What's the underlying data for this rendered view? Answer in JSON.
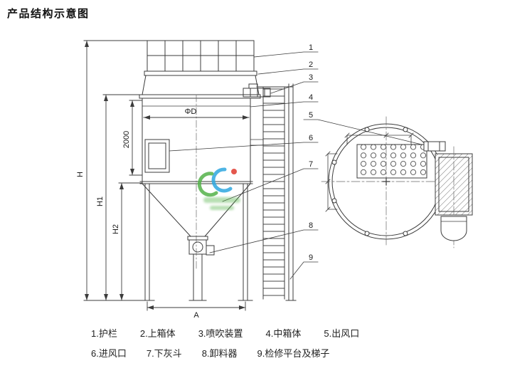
{
  "page": {
    "title": "产品结构示意图"
  },
  "diagram": {
    "dimension_labels": {
      "H": "H",
      "H1": "H1",
      "H2": "H2",
      "bag_zone_height": "2000",
      "diameter": "ΦD",
      "base_width": "A"
    },
    "callouts": [
      {
        "num": "1",
        "label": "护栏"
      },
      {
        "num": "2",
        "label": "上箱体"
      },
      {
        "num": "3",
        "label": "喷吹装置"
      },
      {
        "num": "4",
        "label": "中箱体"
      },
      {
        "num": "5",
        "label": "出风口"
      },
      {
        "num": "6",
        "label": "进风口"
      },
      {
        "num": "7",
        "label": "下灰斗"
      },
      {
        "num": "8",
        "label": "卸料器"
      },
      {
        "num": "9",
        "label": "检修平台及梯子"
      }
    ],
    "watermark_colors": {
      "blue": "#2ea7e0",
      "green": "#54b24a",
      "red": "#e03a2f"
    }
  },
  "legend": {
    "items": [
      "1.护栏",
      "2.上箱体",
      "3.喷吹装置",
      "4.中箱体",
      "5.出风口",
      "6.进风口",
      "7.下灰斗",
      "8.卸料器",
      "9.检修平台及梯子"
    ]
  }
}
